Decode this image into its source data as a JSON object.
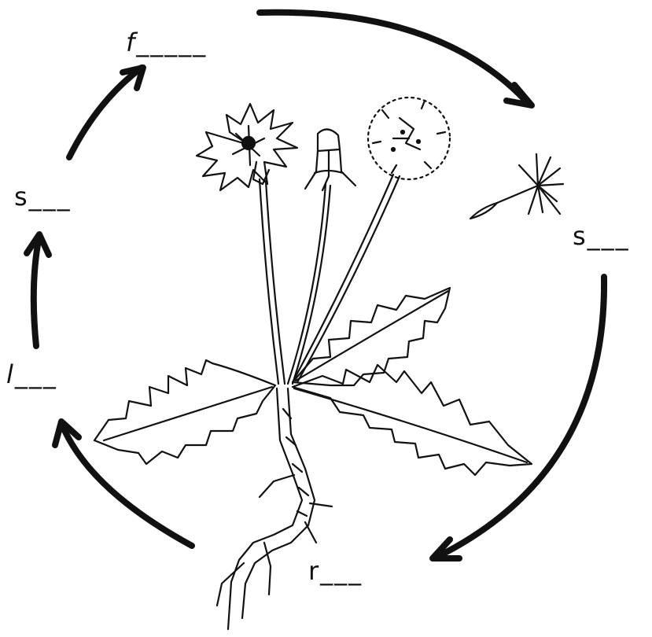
{
  "diagram": {
    "labels": {
      "flower": "f_____",
      "seed": "s___",
      "root": "r___",
      "leaf": "l___",
      "stem": "s___"
    },
    "colors": {
      "ink": "#111111",
      "background": "#ffffff"
    }
  }
}
